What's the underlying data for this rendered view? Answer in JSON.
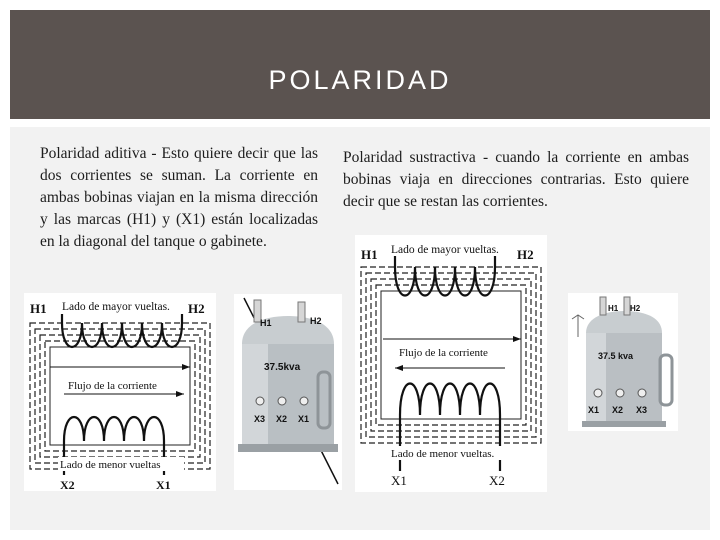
{
  "slide": {
    "title": "POLARIDAD",
    "left": {
      "text": "Polaridad aditiva - Esto quiere decir que las dos corrientes se suman. La corriente en ambas bobinas viajan en la misma dirección y las marcas (H1) y (X1) están localizadas en la diagonal del tanque o gabinete.",
      "diagram": {
        "h1": "H1",
        "h2": "H2",
        "top_label": "Lado de mayor vueltas.",
        "flow_label": "Flujo de la corriente",
        "bottom_label": "Lado de menor vueltas",
        "x2": "X2",
        "x1": "X1"
      },
      "photo": {
        "h1": "H1",
        "h2": "H2",
        "rating": "37.5kva",
        "x3": "X3",
        "x2": "X2",
        "x1": "X1"
      }
    },
    "right": {
      "text": "Polaridad sustractiva - cuando la corriente en ambas bobinas viaja en direcciones contrarias. Esto quiere decir que se restan las corrientes.",
      "diagram": {
        "h1": "H1",
        "h2": "H2",
        "top_label": "Lado de mayor vueltas.",
        "flow_label": "Flujo de la corriente",
        "bottom_label": "Lado de menor vueltas.",
        "x1": "X1",
        "x2": "X2"
      },
      "photo": {
        "h1": "H1",
        "h2": "H2",
        "rating": "37.5 kva",
        "x1": "X1",
        "x2": "X2",
        "x3": "X3"
      }
    }
  }
}
